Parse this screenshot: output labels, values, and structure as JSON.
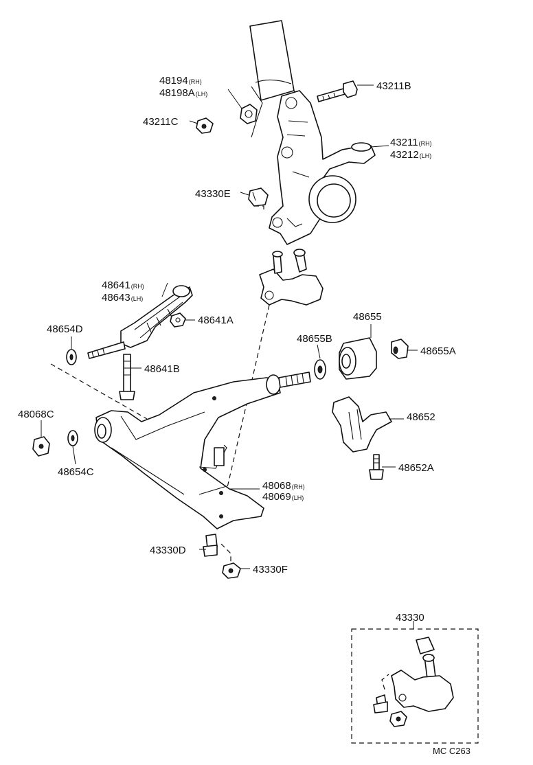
{
  "figure_code": "MC C263",
  "labels": {
    "p48194": "48194",
    "p48194_side": "(RH)",
    "p48198A": "48198A",
    "p48198A_side": "(LH)",
    "p43211B": "43211B",
    "p43211C": "43211C",
    "p43211": "43211",
    "p43211_side": "(RH)",
    "p43212": "43212",
    "p43212_side": "(LH)",
    "p43330E": "43330E",
    "p48641": "48641",
    "p48641_side": "(RH)",
    "p48643": "48643",
    "p48643_side": "(LH)",
    "p48641A": "48641A",
    "p48654D": "48654D",
    "p48655": "48655",
    "p48655B": "48655B",
    "p48655A": "48655A",
    "p48641B": "48641B",
    "p48068C": "48068C",
    "p48652": "48652",
    "p48654C": "48654C",
    "p48652A": "48652A",
    "p48068": "48068",
    "p48068_side": "(RH)",
    "p48069": "48069",
    "p48069_side": "(LH)",
    "p43330D": "43330D",
    "p43330F": "43330F",
    "p43330": "43330"
  }
}
